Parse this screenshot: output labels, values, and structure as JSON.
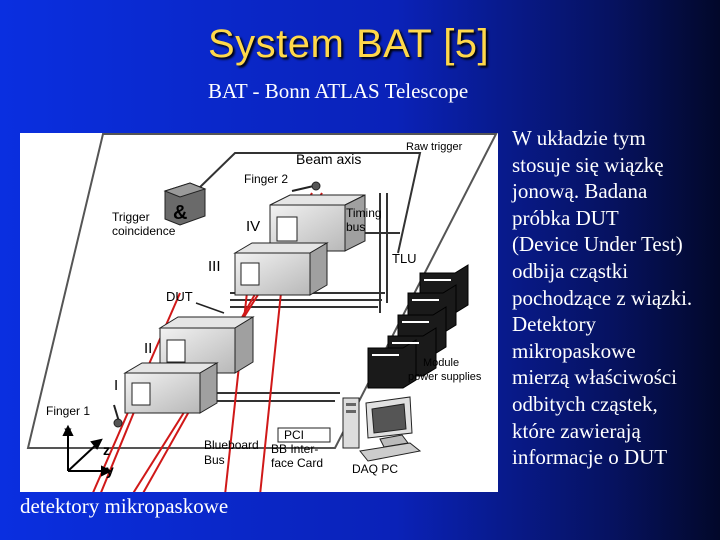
{
  "slide": {
    "title": "System BAT [5]",
    "subtitle": "BAT - Bonn ATLAS Telescope",
    "description": "W układzie tym\nstosuje się wiązkę\njonową. Badana\npróbka DUT\n(Device Under Test)\nodbija cząstki\npochodzące z wiązki.\nDetektory\nmikropaskowe\nmierzą właściwości\nodbitych cząstek,\nktóre zawierają\ninformacje o DUT",
    "caption": "detektory mikropaskowe"
  },
  "diagram": {
    "raw_trigger": "Raw trigger",
    "beam_axis": "Beam axis",
    "finger2": "Finger 2",
    "and_gate": "&",
    "trigger_coincidence_1": "Trigger",
    "trigger_coincidence_2": "coincidence",
    "plane_iv": "IV",
    "timing_bus_1": "Timing",
    "timing_bus_2": "bus",
    "tlu": "TLU",
    "plane_iii": "III",
    "dut": "DUT",
    "plane_ii": "II",
    "plane_i": "I",
    "module_ps_1": "Module",
    "module_ps_2": "power supplies",
    "finger1": "Finger 1",
    "axis_x": "x",
    "axis_z": "z",
    "axis_y": "y",
    "blueboard_1": "Blueboard",
    "blueboard_2": "Bus",
    "pci": "PCI",
    "bb_interface_1": "BB Inter-",
    "bb_interface_2": "face Card",
    "daq_pc": "DAQ PC"
  },
  "colors": {
    "title": "#ffd84a",
    "text": "#ffffff",
    "beam_lines": "#d01818",
    "background_start": "#0a2fe0",
    "background_end": "#02082a"
  }
}
